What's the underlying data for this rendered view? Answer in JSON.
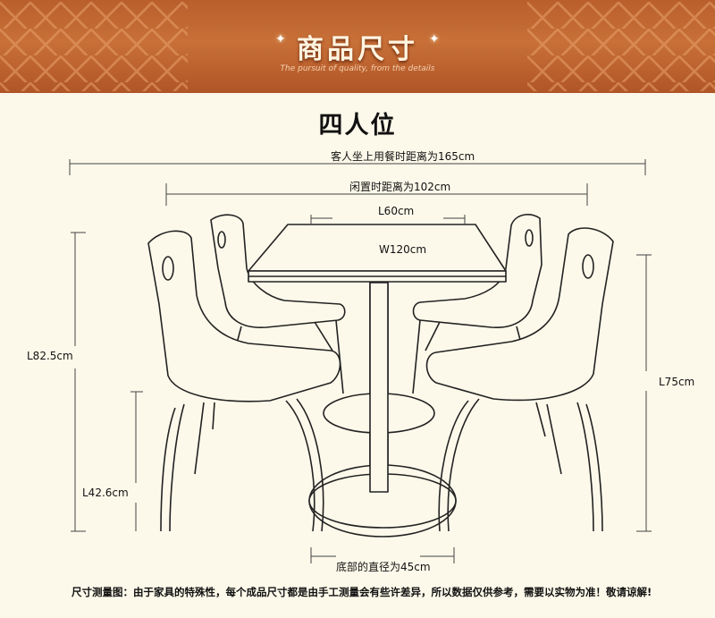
{
  "banner": {
    "title": "商品尺寸",
    "subtitle": "The pursuit of quality, from the details"
  },
  "heading": "四人位",
  "dimensions": {
    "seated_distance": "客人坐上用餐时距离为165cm",
    "idle_distance": "闲置时距离为102cm",
    "table_length": "L60cm",
    "table_width": "W120cm",
    "chair_height": "L82.5cm",
    "seat_height": "L42.6cm",
    "table_height": "L75cm",
    "base_diameter": "底部的直径为45cm"
  },
  "note": "尺寸测量图：由于家具的特殊性，每个成品尺寸都是由手工测量会有些许差异，所以数据仅供参考，需要以实物为准！敬请谅解!"
}
